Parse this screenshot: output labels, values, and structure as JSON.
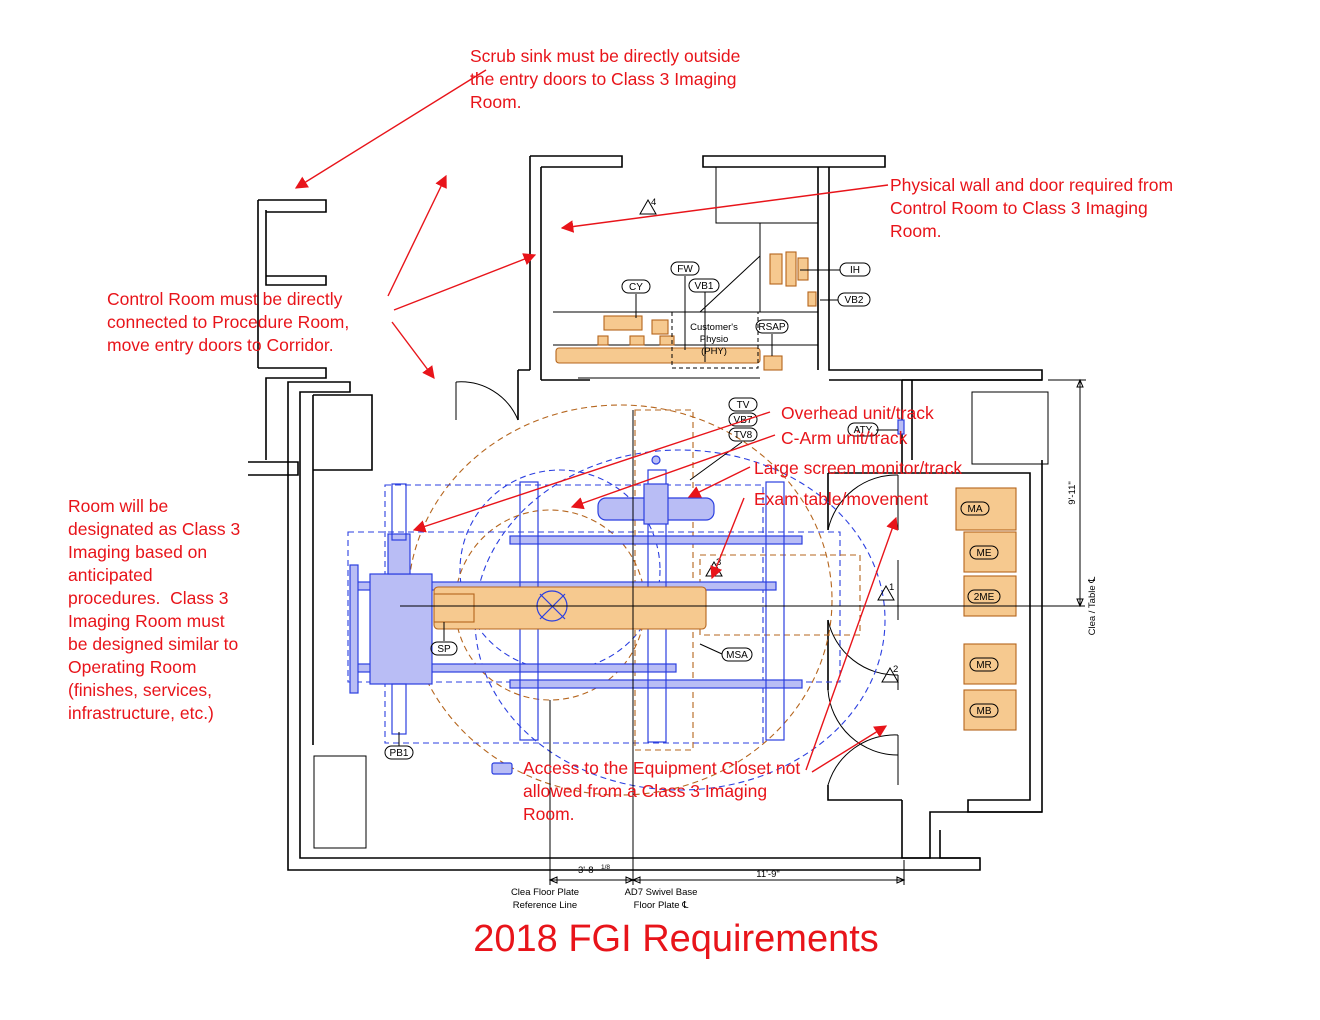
{
  "title": "2018 FGI Requirements",
  "annotations": {
    "scrub_sink": "Scrub sink must be directly outside\nthe entry doors to Class 3 Imaging\nRoom.",
    "physical_wall": "Physical wall and door required from\nControl Room to Class 3 Imaging\nRoom.",
    "control_room": "Control Room must be directly\nconnected to Procedure Room,\nmove entry doors to Corridor.",
    "class3_room": "Room will be\ndesignated as Class 3\nImaging based on\nanticipated\nprocedures.  Class 3\nImaging Room must\nbe designed similar to\nOperating Room\n(finishes, services,\ninfrastructure, etc.)",
    "overhead": "Overhead unit/track",
    "carm": "C-Arm unit/track",
    "monitor": "Large screen monitor/track",
    "exam_table": "Exam table/movement",
    "equipment_closet": "Access to the Equipment Closet not\nallowed from a Class 3 Imaging\nRoom."
  },
  "equipment_tags": {
    "fw": "FW",
    "vb1": "VB1",
    "cy": "CY",
    "ih": "IH",
    "vb2": "VB2",
    "rsap": "RSAP",
    "tv": "TV",
    "vb7": "VB7",
    "tv8": "TV8",
    "aty": "ATY",
    "ma": "MA",
    "me": "ME",
    "me2": "2ME",
    "mr": "MR",
    "mb": "MB",
    "sp": "SP",
    "msa": "MSA",
    "pb1": "PB1"
  },
  "physio_label": [
    "Customer's",
    "Physio",
    "(PHY)"
  ],
  "revision_marks": [
    "4",
    "3",
    "1",
    "2"
  ],
  "dimensions": {
    "plate_offset": "3'-8",
    "plate_offset_fraction": "1/8",
    "swivel_offset": "11'-9\"",
    "vertical": "9'-11\""
  },
  "reference_labels": {
    "floor_plate_1": "Clea Floor Plate",
    "floor_plate_2": "Reference Line",
    "swivel_1": "AD7 Swivel Base",
    "swivel_2": "Floor Plate ℄",
    "table_cl": "Clea / Table ℄"
  },
  "colors": {
    "annotation_red": "#e8141a",
    "equipment_blue": "#2b3fe0",
    "equipment_orange": "#b5651d",
    "equipment_orange_fill": "#f6c98f"
  }
}
